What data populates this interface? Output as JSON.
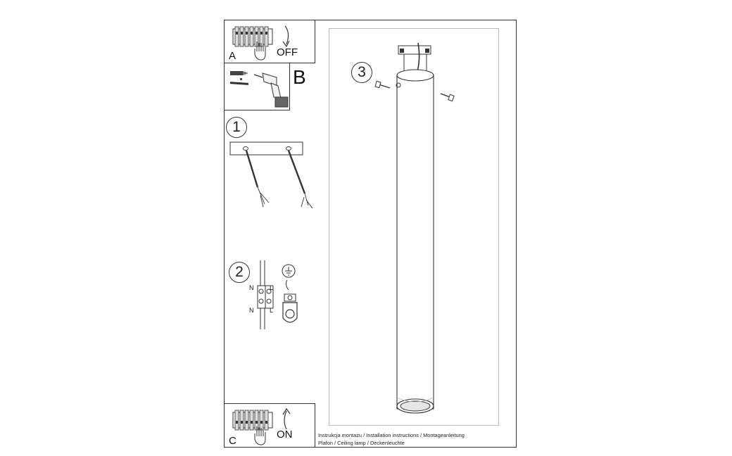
{
  "panels": {
    "a": {
      "letter": "A",
      "action": "OFF"
    },
    "b": {
      "letter": "B"
    },
    "c": {
      "letter": "C",
      "action": "ON"
    }
  },
  "steps": {
    "one": "1",
    "two": "2",
    "three": "3"
  },
  "wiring": {
    "neutral_top": "N",
    "live_top": "L",
    "neutral_bottom": "N",
    "live_bottom": "L"
  },
  "footer": {
    "line1": "Instrukcja montażu / Installation instructions / Montageanleitung",
    "line2": "Plafon / Ceiling lamp / Deckenleuchte"
  },
  "icons": [
    "breaker-panel-icon",
    "hand-icon",
    "curved-arrow-down-icon",
    "curved-arrow-up-icon",
    "wall-plug-icon",
    "drill-icon",
    "ground-symbol-icon"
  ]
}
